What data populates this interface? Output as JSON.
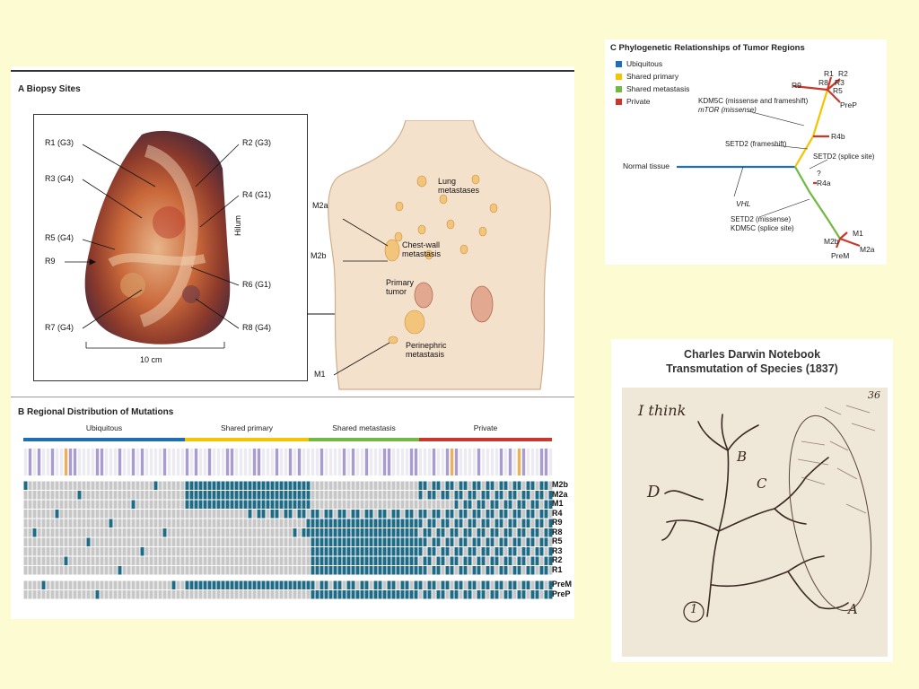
{
  "panelA": {
    "title": "A Biopsy Sites",
    "labels": {
      "r1": "R1 (G3)",
      "r2": "R2 (G3)",
      "r3": "R3 (G4)",
      "r4": "R4 (G1)",
      "r5": "R5 (G4)",
      "r9": "R9",
      "r6": "R6 (G1)",
      "r7": "R7 (G4)",
      "r8": "R8 (G4)",
      "hilum": "Hilum",
      "scale": "10 cm"
    },
    "body": {
      "lung": "Lung\nmetastases",
      "m2a": "M2a",
      "m2b": "M2b",
      "chest": "Chest-wall\nmetastasis",
      "primary": "Primary\ntumor",
      "periphrenic": "Perinephric\nmetastasis",
      "m1": "M1"
    }
  },
  "panelB": {
    "title": "B Regional Distribution of Mutations",
    "categories": [
      {
        "name": "Ubiquitous",
        "color": "#1f6fb5"
      },
      {
        "name": "Shared primary",
        "color": "#f2c500"
      },
      {
        "name": "Shared metastasis",
        "color": "#72b843"
      },
      {
        "name": "Private",
        "color": "#c8382b"
      }
    ],
    "rows": [
      "M2b",
      "M2a",
      "M1",
      "R4",
      "R9",
      "R8",
      "R5",
      "R3",
      "R2",
      "R1",
      "PreM",
      "PreP"
    ],
    "colors": {
      "filled": "#1f6b86",
      "empty": "#c7c7c7"
    }
  },
  "panelC": {
    "title": "C Phylogenetic Relationships of Tumor Regions",
    "legend": [
      {
        "name": "Ubiquitous",
        "color": "#1f6fb5"
      },
      {
        "name": "Shared primary",
        "color": "#f2c500"
      },
      {
        "name": "Shared metastasis",
        "color": "#72b843"
      },
      {
        "name": "Private",
        "color": "#c8382b"
      }
    ],
    "labels": {
      "normal": "Normal tissue",
      "vhl": "VHL",
      "kdm5c1": "KDM5C (missense and frameshift)",
      "mtor": "mTOR (missense)",
      "setd2fs": "SETD2 (frameshift)",
      "setd2ss": "SETD2 (splice site)",
      "setd2ms": "SETD2 (missense)",
      "kdm5css": "KDM5C (splice site)",
      "r1": "R1",
      "r2": "R2",
      "r3": "R3",
      "r5": "R5",
      "r8": "R8",
      "r9": "R9",
      "prep": "PreP",
      "r4b": "R4b",
      "r4a": "R4a",
      "q": "?",
      "m1": "M1",
      "m2b": "M2b",
      "m2a": "M2a",
      "prem": "PreM"
    }
  },
  "darwin": {
    "title_line1": "Charles Darwin Notebook",
    "title_line2": "Transmutation of Species (1837)",
    "handwriting": {
      "i_think": "I think",
      "a": "A",
      "b": "B",
      "c": "C",
      "d": "D",
      "one": "1",
      "page": "36"
    }
  }
}
